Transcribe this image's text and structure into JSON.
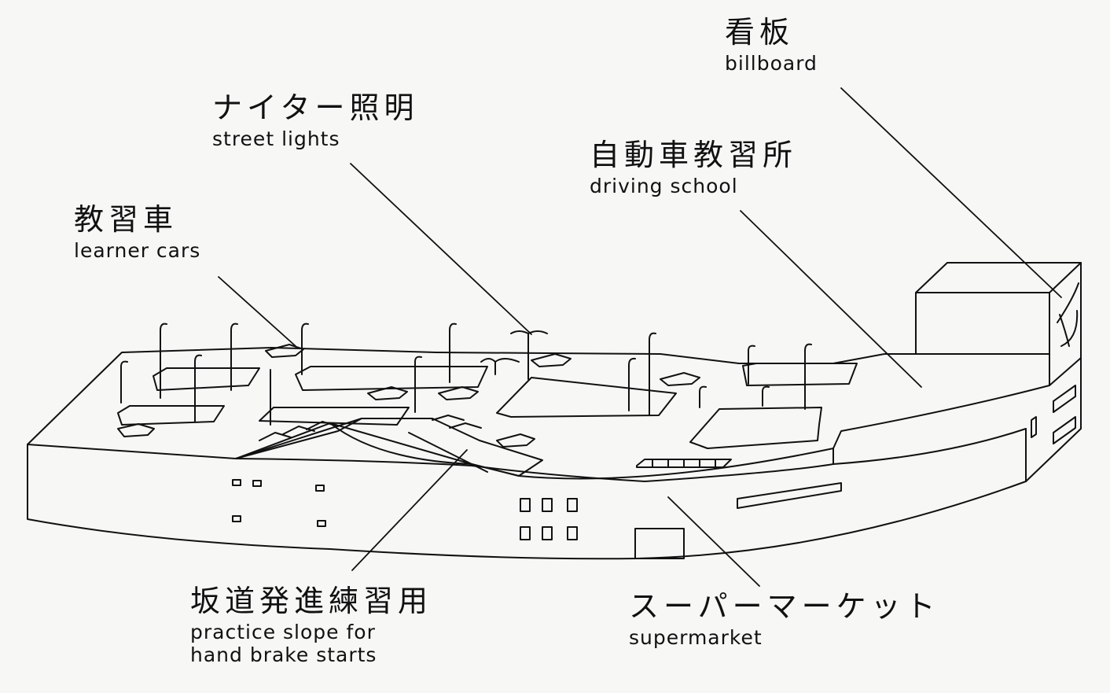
{
  "labels": {
    "billboard": {
      "jp": "看板",
      "en": "billboard"
    },
    "street_lights": {
      "jp": "ナイター照明",
      "en": "street lights"
    },
    "driving_school": {
      "jp": "自動車教習所",
      "en": "driving school"
    },
    "learner_cars": {
      "jp": "教習車",
      "en": "learner cars"
    },
    "practice_slope": {
      "jp": "坂道発進練習用",
      "en_line1": "practice slope for",
      "en_line2": "hand brake starts"
    },
    "supermarket": {
      "jp": "スーパーマーケット",
      "en": "supermarket"
    }
  },
  "colors": {
    "ink": "#111111",
    "paper": "#f7f7f5"
  }
}
